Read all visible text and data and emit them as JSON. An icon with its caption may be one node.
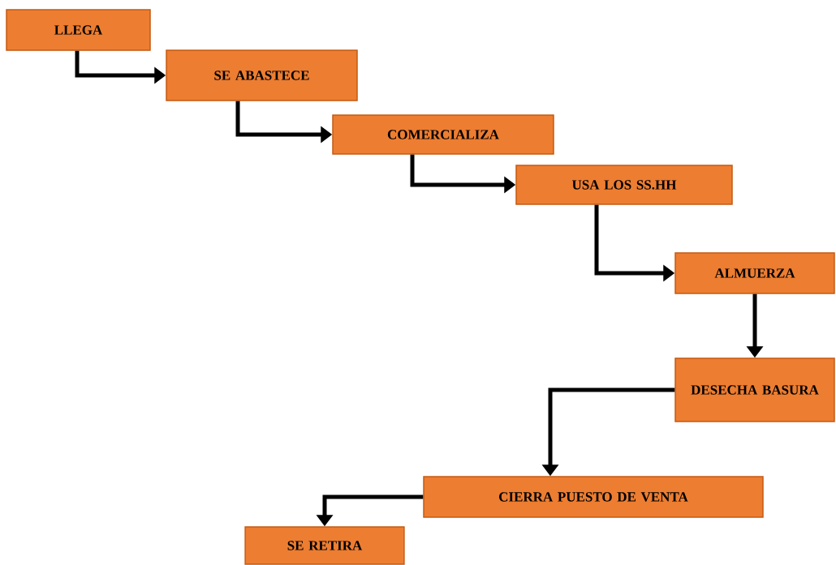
{
  "diagram": {
    "nodes": [
      {
        "text": [
          "LLEGA"
        ]
      },
      {
        "text": [
          "SE ABASTECE"
        ]
      },
      {
        "text": [
          "COMERCIALIZA"
        ]
      },
      {
        "text": [
          "USA LOS SS.HH"
        ]
      },
      {
        "text": [
          "ALMUERZA"
        ]
      },
      {
        "text": [
          "DESECHA BASURA"
        ]
      },
      {
        "text": [
          "CIERRA PUESTO DE VENTA"
        ]
      },
      {
        "text": [
          "SE RETIRA"
        ]
      }
    ],
    "edges": [
      {
        "from": 0,
        "to": 1,
        "arrow": "to"
      },
      {
        "from": 1,
        "to": 2,
        "arrow": "to"
      },
      {
        "from": 2,
        "to": 3,
        "arrow": "to"
      },
      {
        "from": 3,
        "to": 4,
        "arrow": "to"
      },
      {
        "from": 4,
        "to": 5,
        "arrow": "to"
      },
      {
        "from": 5,
        "to": 6,
        "arrow": "to"
      },
      {
        "from": 6,
        "to": 7,
        "arrow": "to"
      }
    ]
  }
}
